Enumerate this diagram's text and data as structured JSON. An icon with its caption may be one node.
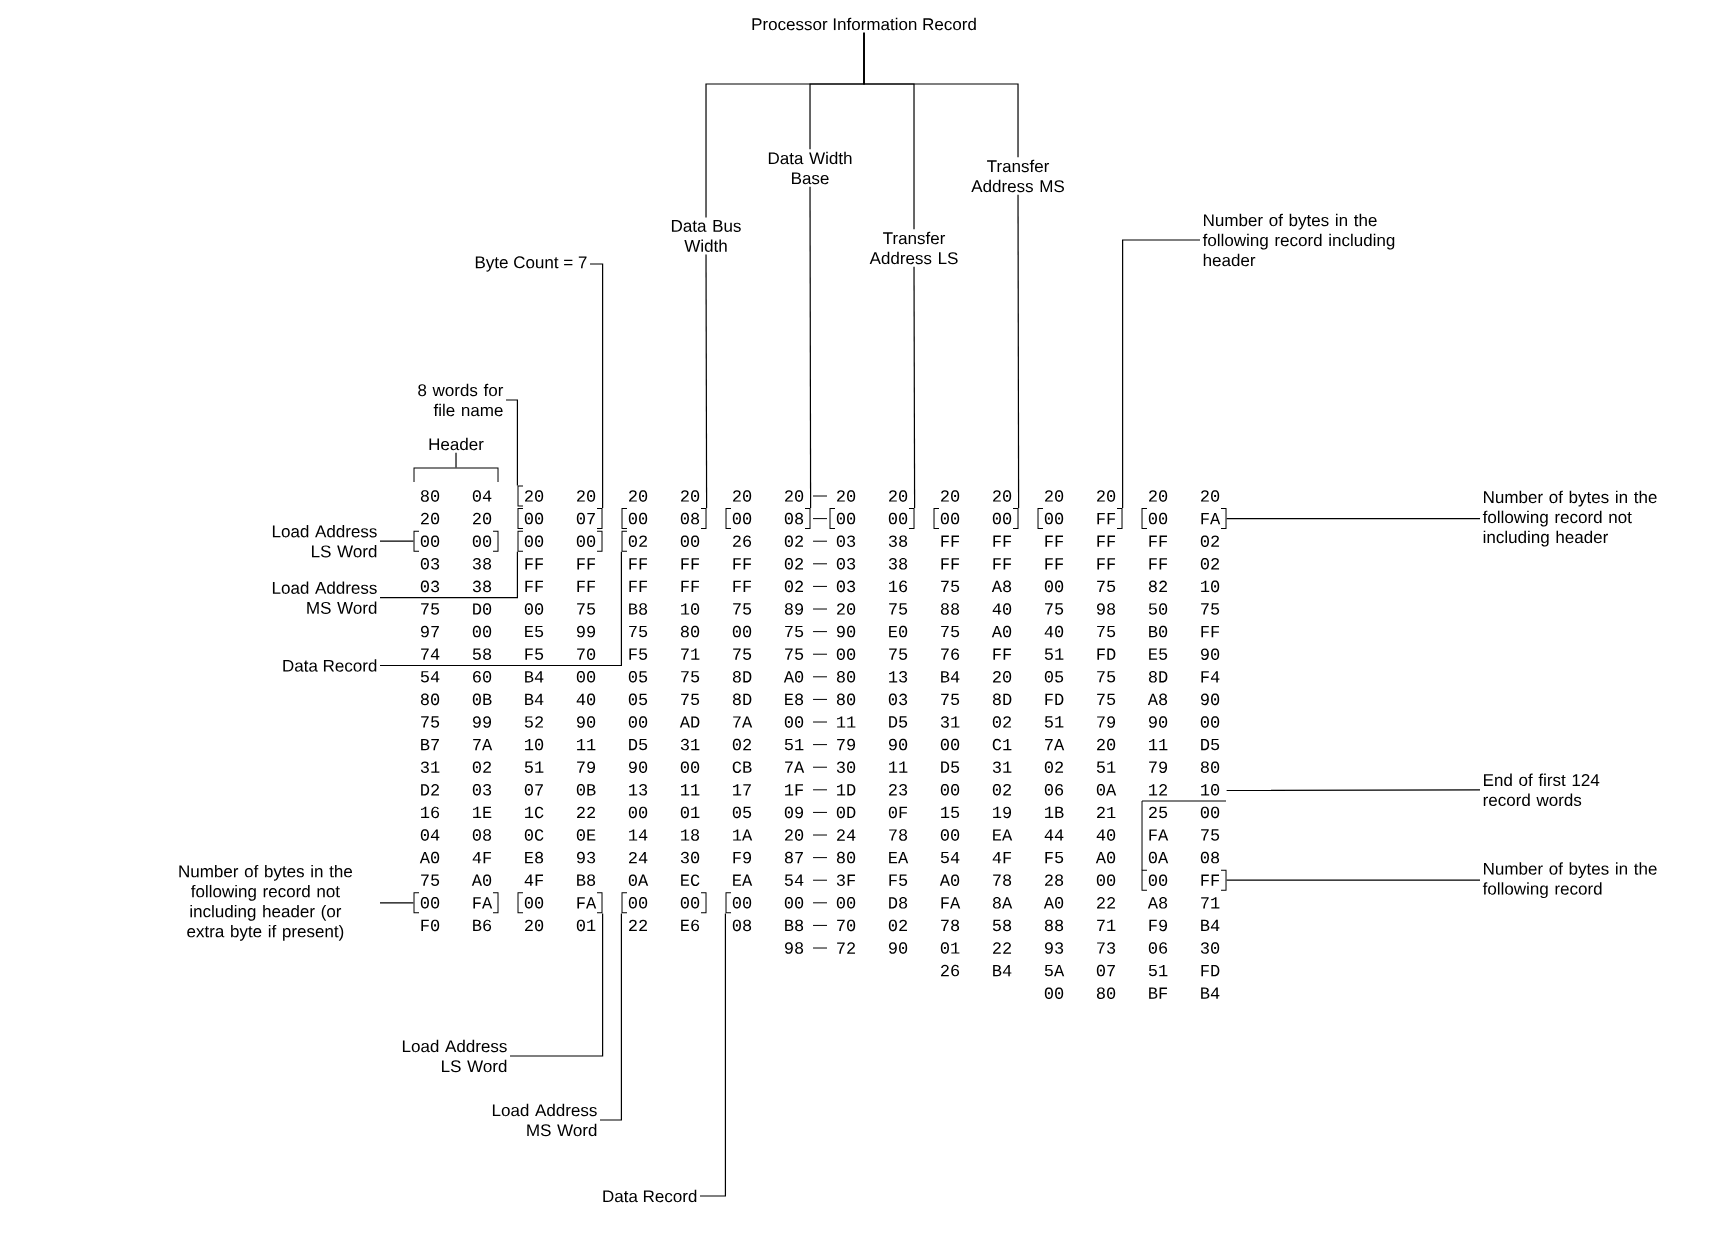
{
  "diagram": {
    "nodes": [
      {
        "text": [
          "Processor Information Record"
        ]
      },
      {
        "text": [
          "Data Bus Width"
        ]
      },
      {
        "text": [
          "Data Width Base"
        ]
      },
      {
        "text": [
          "Transfer Address LS"
        ]
      },
      {
        "text": [
          "Transfer Address MS"
        ]
      },
      {
        "text": [
          "Byte Count = 7"
        ]
      },
      {
        "text": [
          "8 words for file name"
        ]
      },
      {
        "text": [
          "Header"
        ]
      },
      {
        "text": [
          "Number of bytes in the following record including header"
        ]
      },
      {
        "text": [
          "Number of bytes in the following record not including header"
        ]
      },
      {
        "text": [
          "Load Address LS Word"
        ]
      },
      {
        "text": [
          "Load Address MS Word"
        ]
      },
      {
        "text": [
          "Data Record"
        ]
      },
      {
        "text": [
          "End of first 124 record words"
        ]
      },
      {
        "text": [
          "Number of bytes in the following record"
        ]
      },
      {
        "text": [
          "Number of bytes in the following record not including header (or extra byte if present)"
        ]
      },
      {
        "text": [
          "Load Address LS Word"
        ]
      },
      {
        "text": [
          "Load Address MS Word"
        ]
      },
      {
        "text": [
          "Data Record"
        ]
      },
      {
        "text": [
          "80",
          "04"
        ]
      },
      {
        "text": [
          "20"
        ]
      },
      {
        "text": [
          "00",
          "07"
        ]
      },
      {
        "text": [
          "00",
          "08"
        ]
      },
      {
        "text": [
          "00",
          "08"
        ]
      },
      {
        "text": [
          "00",
          "00"
        ]
      },
      {
        "text": [
          "00",
          "00"
        ]
      },
      {
        "text": [
          "00",
          "FF"
        ]
      },
      {
        "text": [
          "00",
          "FA"
        ]
      },
      {
        "text": [
          "00",
          "00"
        ]
      },
      {
        "text": [
          "00",
          "00"
        ]
      },
      {
        "text": [
          "02"
        ]
      },
      {
        "text": [
          "12",
          "10"
        ]
      },
      {
        "text": [
          "00",
          "FF"
        ]
      },
      {
        "text": [
          "00",
          "FA"
        ]
      },
      {
        "text": [
          "00",
          "FA"
        ]
      },
      {
        "text": [
          "00",
          "00"
        ]
      },
      {
        "text": [
          "00"
        ]
      }
    ],
    "edges": [
      {
        "from": 0,
        "to": 1,
        "arrow": "none"
      },
      {
        "from": 0,
        "to": 2,
        "arrow": "none"
      },
      {
        "from": 0,
        "to": 3,
        "arrow": "none"
      },
      {
        "from": 0,
        "to": 4,
        "arrow": "none"
      },
      {
        "from": 1,
        "to": 22,
        "arrow": "none"
      },
      {
        "from": 2,
        "to": 23,
        "arrow": "none"
      },
      {
        "from": 3,
        "to": 24,
        "arrow": "none"
      },
      {
        "from": 4,
        "to": 25,
        "arrow": "none"
      },
      {
        "from": 5,
        "to": 21,
        "arrow": "none"
      },
      {
        "from": 6,
        "to": 20,
        "arrow": "none"
      },
      {
        "from": 7,
        "to": 19,
        "arrow": "none"
      },
      {
        "from": 8,
        "to": 26,
        "arrow": "none"
      },
      {
        "from": 9,
        "to": 27,
        "arrow": "none"
      },
      {
        "from": 10,
        "to": 28,
        "arrow": "none"
      },
      {
        "from": 11,
        "to": 29,
        "arrow": "none"
      },
      {
        "from": 12,
        "to": 30,
        "arrow": "none"
      },
      {
        "from": 13,
        "to": 31,
        "arrow": "none"
      },
      {
        "from": 14,
        "to": 32,
        "arrow": "none"
      },
      {
        "from": 15,
        "to": 33,
        "arrow": "none"
      },
      {
        "from": 16,
        "to": 34,
        "arrow": "none"
      },
      {
        "from": 17,
        "to": 35,
        "arrow": "none"
      },
      {
        "from": 18,
        "to": 36,
        "arrow": "none"
      }
    ],
    "labels": [
      "20",
      "20",
      "20",
      "20",
      "20",
      "20",
      "20",
      "20",
      "20",
      "20",
      "20",
      "20",
      "20",
      "20",
      "20",
      "00",
      "26",
      "02",
      "03",
      "38",
      "FF",
      "FF",
      "FF",
      "FF",
      "FF",
      "02",
      "03",
      "38",
      "FF",
      "FF",
      "FF",
      "FF",
      "FF",
      "02",
      "03",
      "38",
      "FF",
      "FF",
      "FF",
      "FF",
      "FF",
      "02",
      "03",
      "38",
      "FF",
      "FF",
      "FF",
      "FF",
      "FF",
      "02",
      "03",
      "16",
      "75",
      "A8",
      "00",
      "75",
      "82",
      "10",
      "75",
      "D0",
      "00",
      "75",
      "B8",
      "10",
      "75",
      "89",
      "20",
      "75",
      "88",
      "40",
      "75",
      "98",
      "50",
      "75",
      "97",
      "00",
      "E5",
      "99",
      "75",
      "80",
      "00",
      "75",
      "90",
      "E0",
      "75",
      "A0",
      "40",
      "75",
      "B0",
      "FF",
      "74",
      "58",
      "F5",
      "70",
      "F5",
      "71",
      "75",
      "75",
      "00",
      "75",
      "76",
      "FF",
      "51",
      "FD",
      "E5",
      "90",
      "54",
      "60",
      "B4",
      "00",
      "05",
      "75",
      "8D",
      "A0",
      "80",
      "13",
      "B4",
      "20",
      "05",
      "75",
      "8D",
      "F4",
      "80",
      "0B",
      "B4",
      "40",
      "05",
      "75",
      "8D",
      "E8",
      "80",
      "03",
      "75",
      "8D",
      "FD",
      "75",
      "A8",
      "90",
      "75",
      "99",
      "52",
      "90",
      "00",
      "AD",
      "7A",
      "00",
      "11",
      "D5",
      "31",
      "02",
      "51",
      "79",
      "90",
      "00",
      "B7",
      "7A",
      "10",
      "11",
      "D5",
      "31",
      "02",
      "51",
      "79",
      "90",
      "00",
      "C1",
      "7A",
      "20",
      "11",
      "D5",
      "31",
      "02",
      "51",
      "79",
      "90",
      "00",
      "CB",
      "7A",
      "30",
      "11",
      "D5",
      "31",
      "02",
      "51",
      "79",
      "80",
      "D2",
      "03",
      "07",
      "0B",
      "13",
      "11",
      "17",
      "1F",
      "1D",
      "23",
      "00",
      "02",
      "06",
      "0A",
      "16",
      "1E",
      "1C",
      "22",
      "00",
      "01",
      "05",
      "09",
      "0D",
      "0F",
      "15",
      "19",
      "1B",
      "21",
      "25",
      "00",
      "04",
      "08",
      "0C",
      "0E",
      "14",
      "18",
      "1A",
      "20",
      "24",
      "78",
      "00",
      "EA",
      "44",
      "40",
      "FA",
      "75",
      "A0",
      "4F",
      "E8",
      "93",
      "24",
      "30",
      "F9",
      "87",
      "80",
      "EA",
      "54",
      "4F",
      "F5",
      "A0",
      "0A",
      "08",
      "75",
      "A0",
      "4F",
      "B8",
      "0A",
      "EC",
      "EA",
      "54",
      "3F",
      "F5",
      "A0",
      "78",
      "28",
      "00",
      "00",
      "00",
      "D8",
      "FA",
      "8A",
      "A0",
      "22",
      "A8",
      "71",
      "F0",
      "B6",
      "20",
      "01",
      "22",
      "E6",
      "08",
      "B8",
      "70",
      "02",
      "78",
      "58",
      "88",
      "71",
      "F9",
      "B4",
      "98",
      "72",
      "90",
      "01",
      "22",
      "93",
      "73",
      "06",
      "30",
      "26",
      "B4",
      "5A",
      "07",
      "51",
      "FD",
      "00",
      "80",
      "BF",
      "B4"
    ]
  }
}
